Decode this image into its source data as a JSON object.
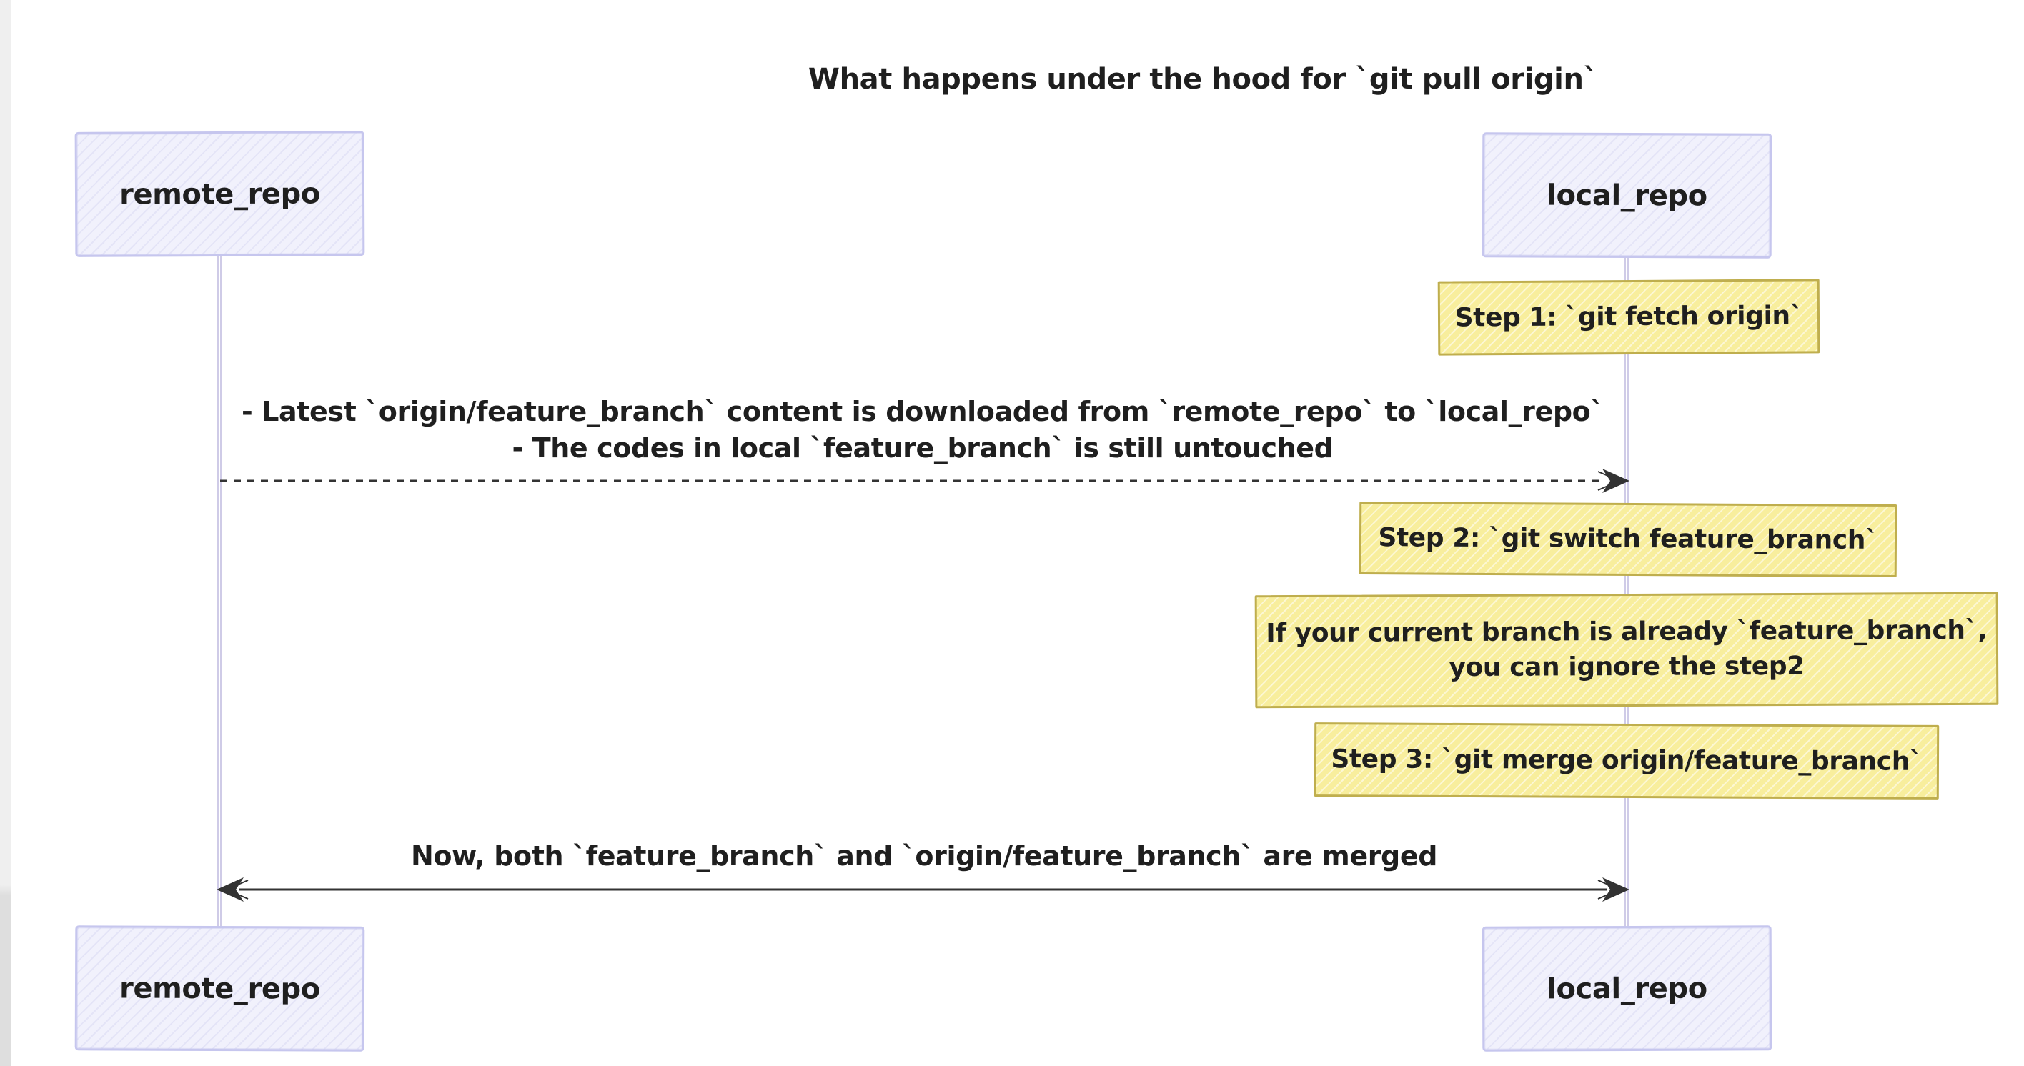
{
  "page": {
    "background": "#ffffff"
  },
  "diagram": {
    "title": "What happens under the hood for `git pull origin`",
    "actors": {
      "remote": {
        "label": "remote_repo"
      },
      "local": {
        "label": "local_repo"
      }
    },
    "notes": [
      {
        "text": "Step 1: `git fetch origin`"
      },
      {
        "text": "Step 2: `git switch feature_branch`"
      },
      {
        "line1": "If your current branch is already `feature_branch`,",
        "line2": "you can ignore the step2"
      },
      {
        "text": "Step 3: `git merge origin/feature_branch`"
      }
    ],
    "messages": [
      {
        "line1": "- Latest `origin/feature_branch` content is downloaded from `remote_repo` to `local_repo`",
        "line2": "- The codes in local `feature_branch` is still untouched",
        "arrow": "dashed-right"
      },
      {
        "line1": "Now, both `feature_branch` and `origin/feature_branch` are merged",
        "arrow": "solid-both"
      }
    ],
    "colors": {
      "actor_fill": "#f1f1fc",
      "actor_border": "#c6c6ee",
      "note_fill": "#f8ee9d",
      "note_border": "#bfae4e",
      "lifeline": "#cfcbe7",
      "arrow": "#333333",
      "text": "#1f1f1f"
    }
  }
}
